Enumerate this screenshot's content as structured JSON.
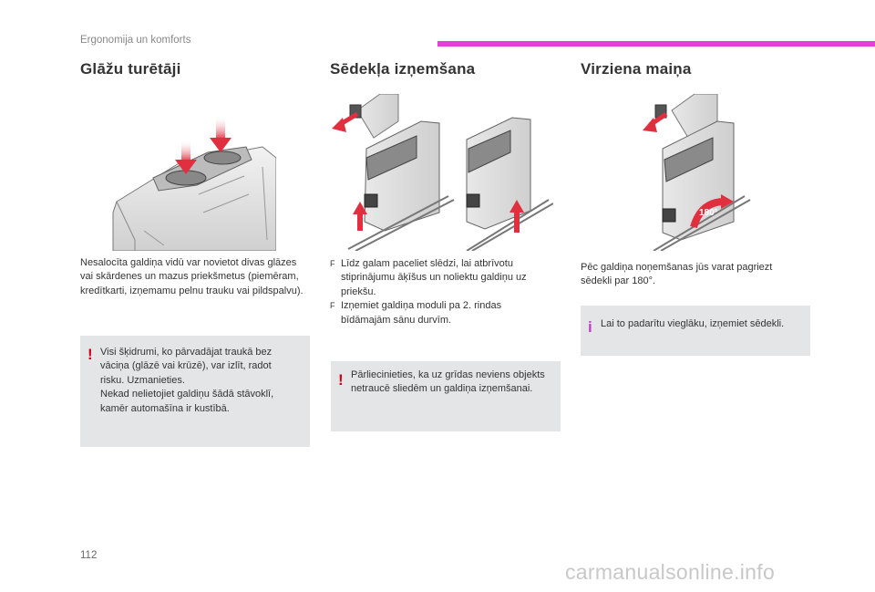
{
  "header": {
    "section_title": "Ergonomija un komforts"
  },
  "columns": [
    {
      "title": "Glāžu turētāji",
      "body": "Nesalocīta galdiņa vidū var novietot divas glāzes vai skārdenes un mazus priekšmetus (piemēram, kredītkarti, izņemamu pelnu trauku vai pildspalvu).",
      "notice": {
        "type": "warning",
        "lines": [
          "Visi šķidrumi, ko pārvadājat traukā bez vāciņa (glāzē vai krūzē), var izlīt, radot risku. Uzmanieties.",
          "Nekad nelietojiet galdiņu šādā stāvoklī, kamēr automašīna ir kustībā."
        ]
      }
    },
    {
      "title": "Sēdekļa izņemšana",
      "bullets": [
        "Līdz galam paceliet slēdzi, lai atbrīvotu stiprinājumu āķīšus un noliektu galdiņu uz priekšu.",
        "Izņemiet galdiņa moduli pa 2. rindas bīdāmajām sānu durvīm."
      ],
      "notice": {
        "type": "warning",
        "lines": [
          "Pārliecinieties, ka uz grīdas neviens objekts netraucē sliedēm un galdiņa izņemšanai."
        ]
      }
    },
    {
      "title": "Virziena maiņa",
      "body": "Pēc galdiņa noņemšanas jūs varat pagriezt sēdekli par 180°.",
      "notice": {
        "type": "info",
        "lines": [
          "Lai to padarītu vieglāku, izņemiet sēdekli."
        ]
      },
      "rotation_label": "180°"
    }
  ],
  "icons": {
    "warning": "exclamation-icon",
    "info": "info-icon",
    "bullet": "triangle-bullet-icon",
    "warning_glyph": "!",
    "info_glyph": "i",
    "bullet_glyph": "F"
  },
  "colors": {
    "accent_bar": "#e040d8",
    "arrow": "#e03040",
    "warning": "#d0021b",
    "info": "#c040c8",
    "notice_bg": "#e4e5e6"
  },
  "footer": {
    "page_number": "112",
    "watermark": "carmanualsonline.info"
  }
}
